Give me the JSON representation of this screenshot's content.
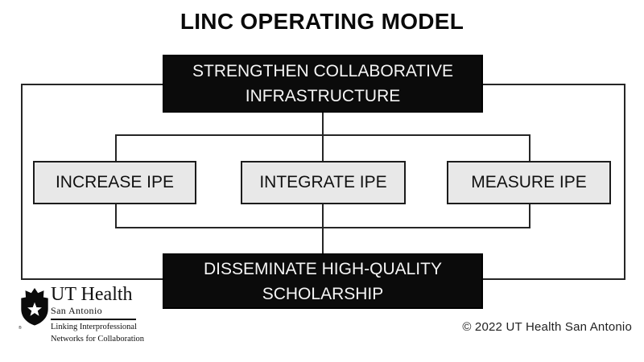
{
  "title": "LINC OPERATING MODEL",
  "diagram": {
    "top_box": {
      "label": "STRENGTHEN COLLABORATIVE INFRASTRUCTURE"
    },
    "middle_boxes": [
      {
        "label": "INCREASE IPE"
      },
      {
        "label": "INTEGRATE IPE"
      },
      {
        "label": "MEASURE IPE"
      }
    ],
    "bottom_box": {
      "label": "DISSEMINATE HIGH-QUALITY SCHOLARSHIP"
    },
    "connectors": [
      "outer-loop",
      "inner-loop",
      "center-vertical-line"
    ]
  },
  "logo": {
    "icon": "shield-star-icon",
    "org": "UT Health",
    "city": "San Antonio",
    "registered_mark": "®",
    "tagline_line1": "Linking Interprofessional",
    "tagline_line2": "Networks for Collaboration"
  },
  "footer": {
    "copyright": "© 2022 UT Health San Antonio"
  },
  "colors": {
    "background": "#ffffff",
    "box_black": "#0b0b0b",
    "box_gray_fill": "#e8e8e8",
    "box_gray_border": "#1c1c1c",
    "connector_line": "#262626",
    "text_on_black": "#f5f5f5",
    "text_primary": "#0a0a0a"
  }
}
